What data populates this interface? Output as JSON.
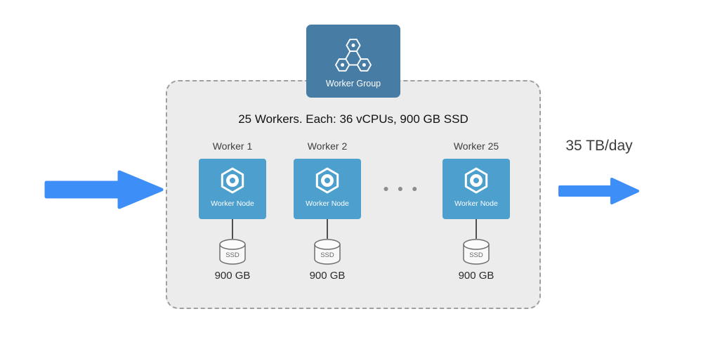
{
  "diagram": {
    "worker_group": {
      "label": "Worker Group"
    },
    "container": {
      "title": "25 Workers. Each: 36 vCPUs, 900 GB SSD"
    },
    "workers": [
      {
        "title": "Worker 1",
        "node_label": "Worker Node",
        "disk_type": "SSD",
        "disk_size": "900 GB"
      },
      {
        "title": "Worker 2",
        "node_label": "Worker Node",
        "disk_type": "SSD",
        "disk_size": "900 GB"
      },
      {
        "title": "Worker 25",
        "node_label": "Worker Node",
        "disk_type": "SSD",
        "disk_size": "900 GB"
      }
    ],
    "ellipsis": "● ● ●",
    "output": {
      "throughput": "35 TB/day"
    },
    "colors": {
      "group_box": "#477CA4",
      "node_box": "#4D9FCD",
      "arrow": "#3E8EF7",
      "container_bg": "#ECECEC",
      "container_border": "#9F9F9F"
    }
  }
}
